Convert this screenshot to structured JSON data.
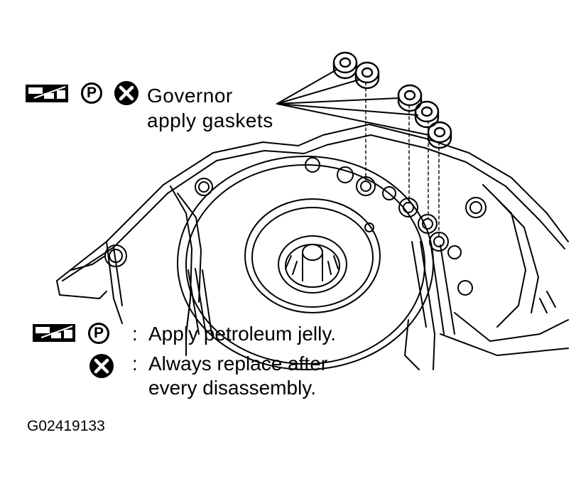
{
  "callout": {
    "line1": "Governor",
    "line2": "apply gaskets"
  },
  "icons": {
    "petroleum_jelly_symbol": "P",
    "brush_icon": "brush-icon",
    "replace_icon": "x-circle-icon"
  },
  "legend": {
    "colon": ":",
    "item1": "Apply petroleum jelly.",
    "item2_line1": "Always replace after",
    "item2_line2": "every disassembly."
  },
  "figure_id": "G02419133"
}
